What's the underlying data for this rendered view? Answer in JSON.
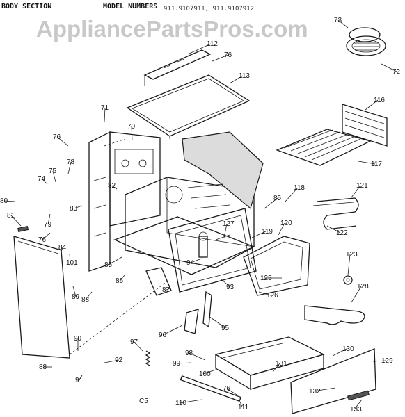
{
  "header": {
    "section": "BODY SECTION",
    "model_label": "MODEL NUMBERS",
    "model_numbers": "911.9107911, 911.9107912"
  },
  "watermark": "AppliancePartsPros.com",
  "diagram_code": "C5",
  "callouts": [
    "112",
    "76",
    "113",
    "73",
    "72",
    "116",
    "117",
    "71",
    "70",
    "76",
    "78",
    "74",
    "75",
    "82",
    "80",
    "83",
    "79",
    "81",
    "76",
    "84",
    "101",
    "85",
    "86",
    "88",
    "89",
    "90",
    "88",
    "91",
    "92",
    "97",
    "96",
    "95",
    "87",
    "93",
    "94",
    "127",
    "119",
    "85",
    "118",
    "120",
    "121",
    "122",
    "123",
    "125",
    "126",
    "128",
    "130",
    "129",
    "131",
    "132",
    "133",
    "98",
    "99",
    "100",
    "76",
    "110",
    "111"
  ]
}
